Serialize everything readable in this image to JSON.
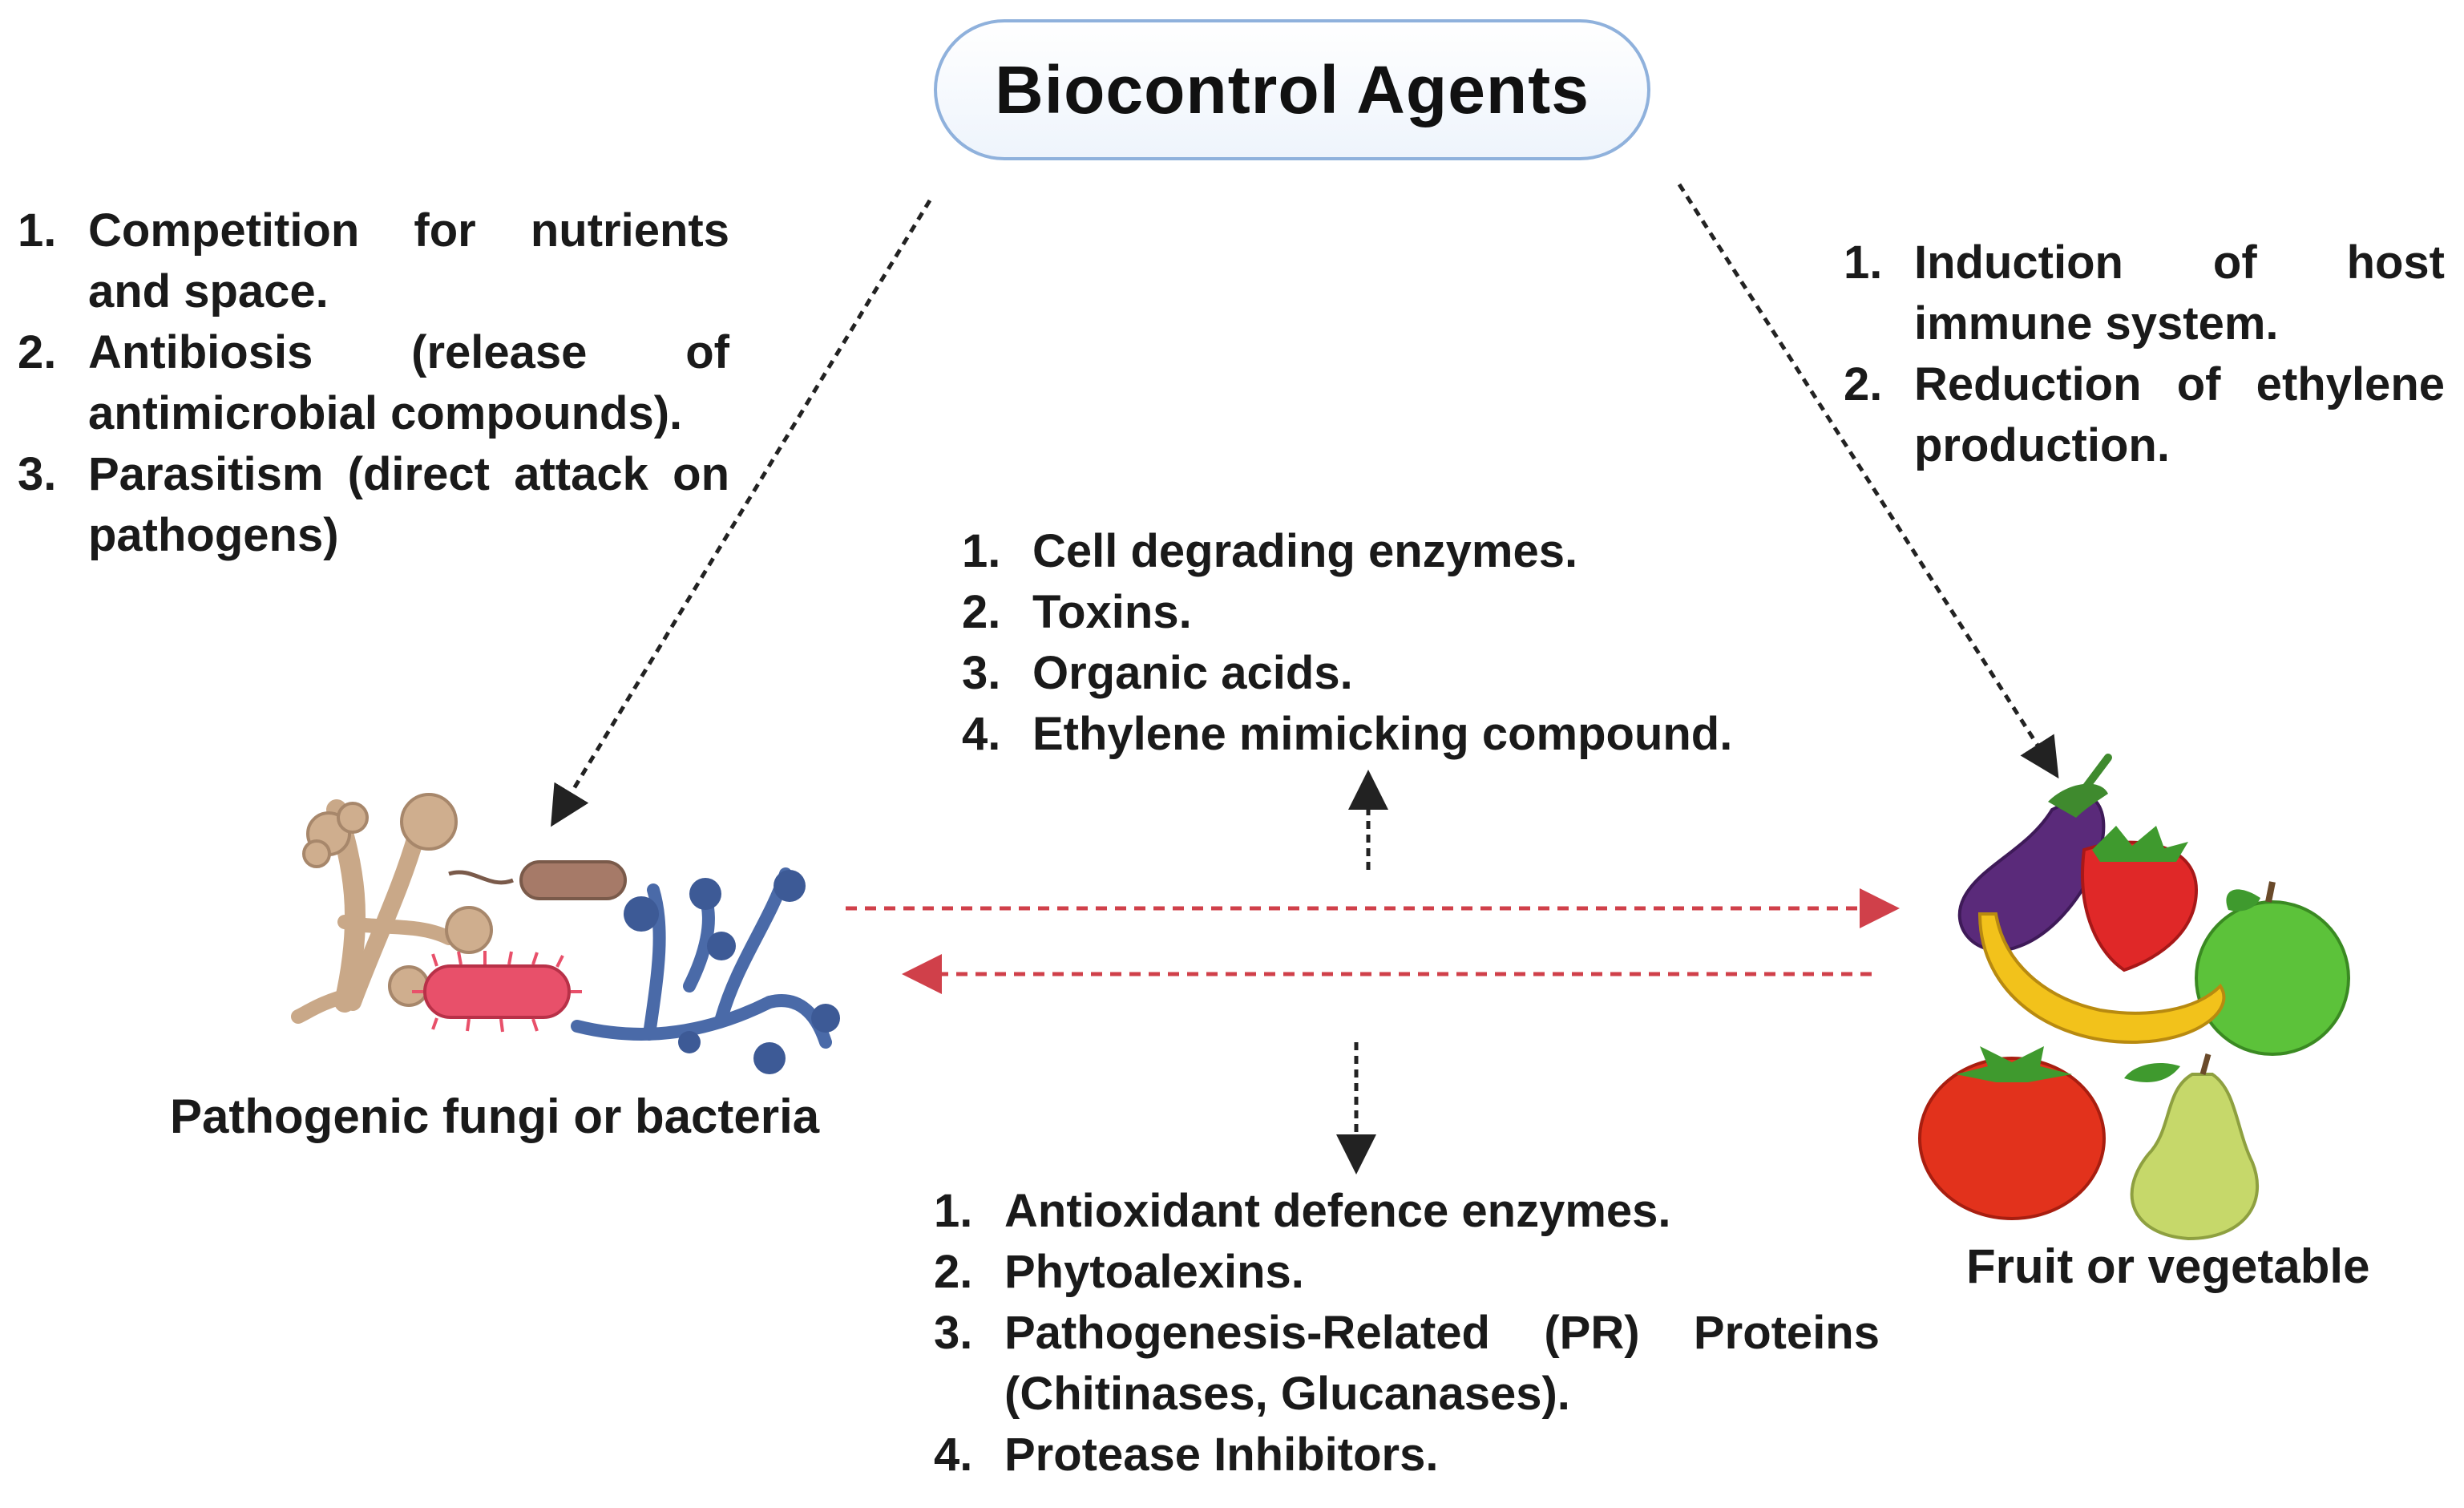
{
  "title": "Biocontrol Agents",
  "left_list": [
    {
      "num": "1.",
      "text": "Competition for nutrients and space."
    },
    {
      "num": "2.",
      "text": "Antibiosis (release of antimicrobial compounds)."
    },
    {
      "num": "3.",
      "text": "Parasitism (direct attack on pathogens)"
    }
  ],
  "right_list": [
    {
      "num": "1.",
      "text": "Induction of host immune system."
    },
    {
      "num": "2.",
      "text": "Reduction of ethylene production."
    }
  ],
  "pathogen_list": [
    {
      "num": "1.",
      "text": "Cell degrading enzymes."
    },
    {
      "num": "2.",
      "text": "Toxins."
    },
    {
      "num": "3.",
      "text": "Organic acids."
    },
    {
      "num": "4.",
      "text": "Ethylene mimicking compound."
    }
  ],
  "host_list": [
    {
      "num": "1.",
      "text": "Antioxidant defence enzymes."
    },
    {
      "num": "2.",
      "text": "Phytoalexins."
    },
    {
      "num": "3.",
      "text": "Pathogenesis-Related (PR) Proteins (Chitinases, Glucanases)."
    },
    {
      "num": "4.",
      "text": "Protease Inhibitors."
    }
  ],
  "pathogen_label": "Pathogenic fungi or bacteria",
  "fruit_label": "Fruit or vegetable",
  "colors": {
    "title_border": "#8fb1dc",
    "black_arrow": "#222222",
    "red_arrow": "#d0404a",
    "eggplant": "#5a2a7a",
    "strawberry": "#e02828",
    "apple": "#5cc23a",
    "banana": "#f2c21b",
    "tomato": "#e2321c",
    "pear": "#c6d86a",
    "bacteria_pink": "#e8506a",
    "fungus_blue": "#4a6aa8",
    "fungus_tan": "#c9a888"
  }
}
